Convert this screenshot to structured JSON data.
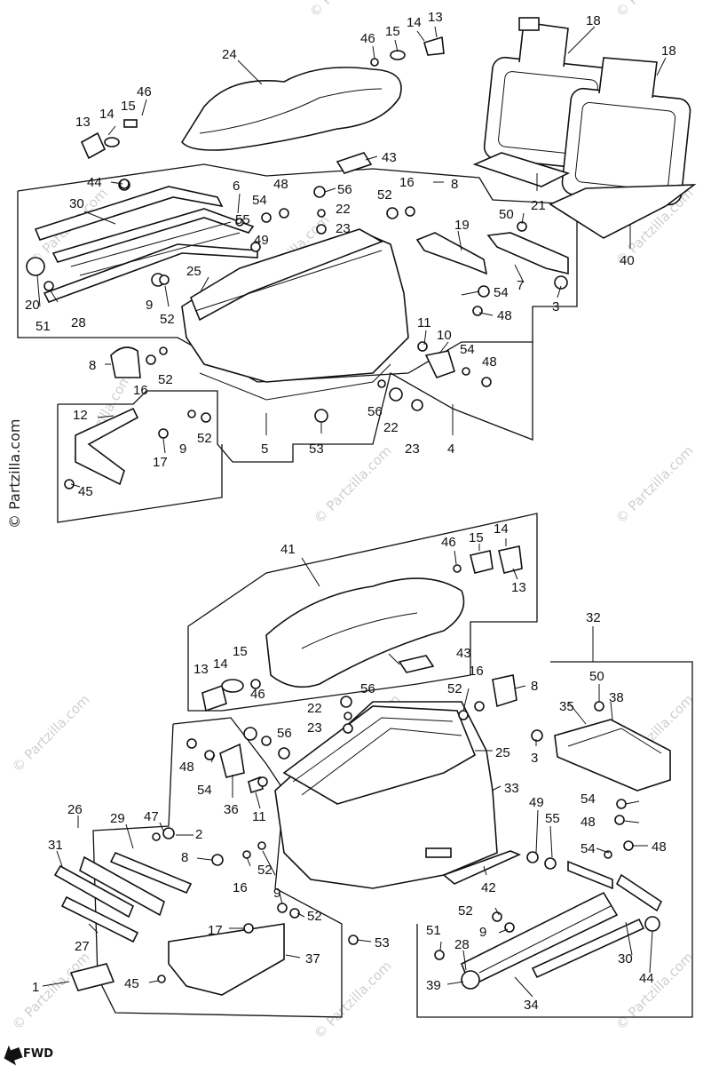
{
  "watermark_text": "© Partzilla.com",
  "direction_label": "FWD",
  "top_section": {
    "labels": [
      "46",
      "15",
      "14",
      "13",
      "24",
      "18",
      "18",
      "13",
      "14",
      "15",
      "46",
      "43",
      "44",
      "6",
      "54",
      "48",
      "56",
      "52",
      "16",
      "8",
      "30",
      "55",
      "22",
      "23",
      "19",
      "50",
      "21",
      "49",
      "40",
      "25",
      "54",
      "7",
      "20",
      "9",
      "51",
      "52",
      "28",
      "3",
      "48",
      "11",
      "10",
      "54",
      "8",
      "16",
      "52",
      "48",
      "12",
      "56",
      "22",
      "9",
      "52",
      "17",
      "5",
      "53",
      "23",
      "4",
      "45"
    ]
  },
  "bottom_section": {
    "labels": [
      "41",
      "46",
      "15",
      "14",
      "13",
      "32",
      "13",
      "14",
      "15",
      "43",
      "46",
      "16",
      "52",
      "8",
      "50",
      "56",
      "22",
      "35",
      "38",
      "23",
      "56",
      "25",
      "48",
      "3",
      "54",
      "36",
      "11",
      "33",
      "26",
      "29",
      "47",
      "2",
      "54",
      "48",
      "31",
      "8",
      "52",
      "16",
      "49",
      "55",
      "54",
      "48",
      "42",
      "9",
      "52",
      "51",
      "17",
      "37",
      "28",
      "52",
      "9",
      "30",
      "27",
      "1",
      "45",
      "53",
      "39",
      "44",
      "34"
    ]
  }
}
